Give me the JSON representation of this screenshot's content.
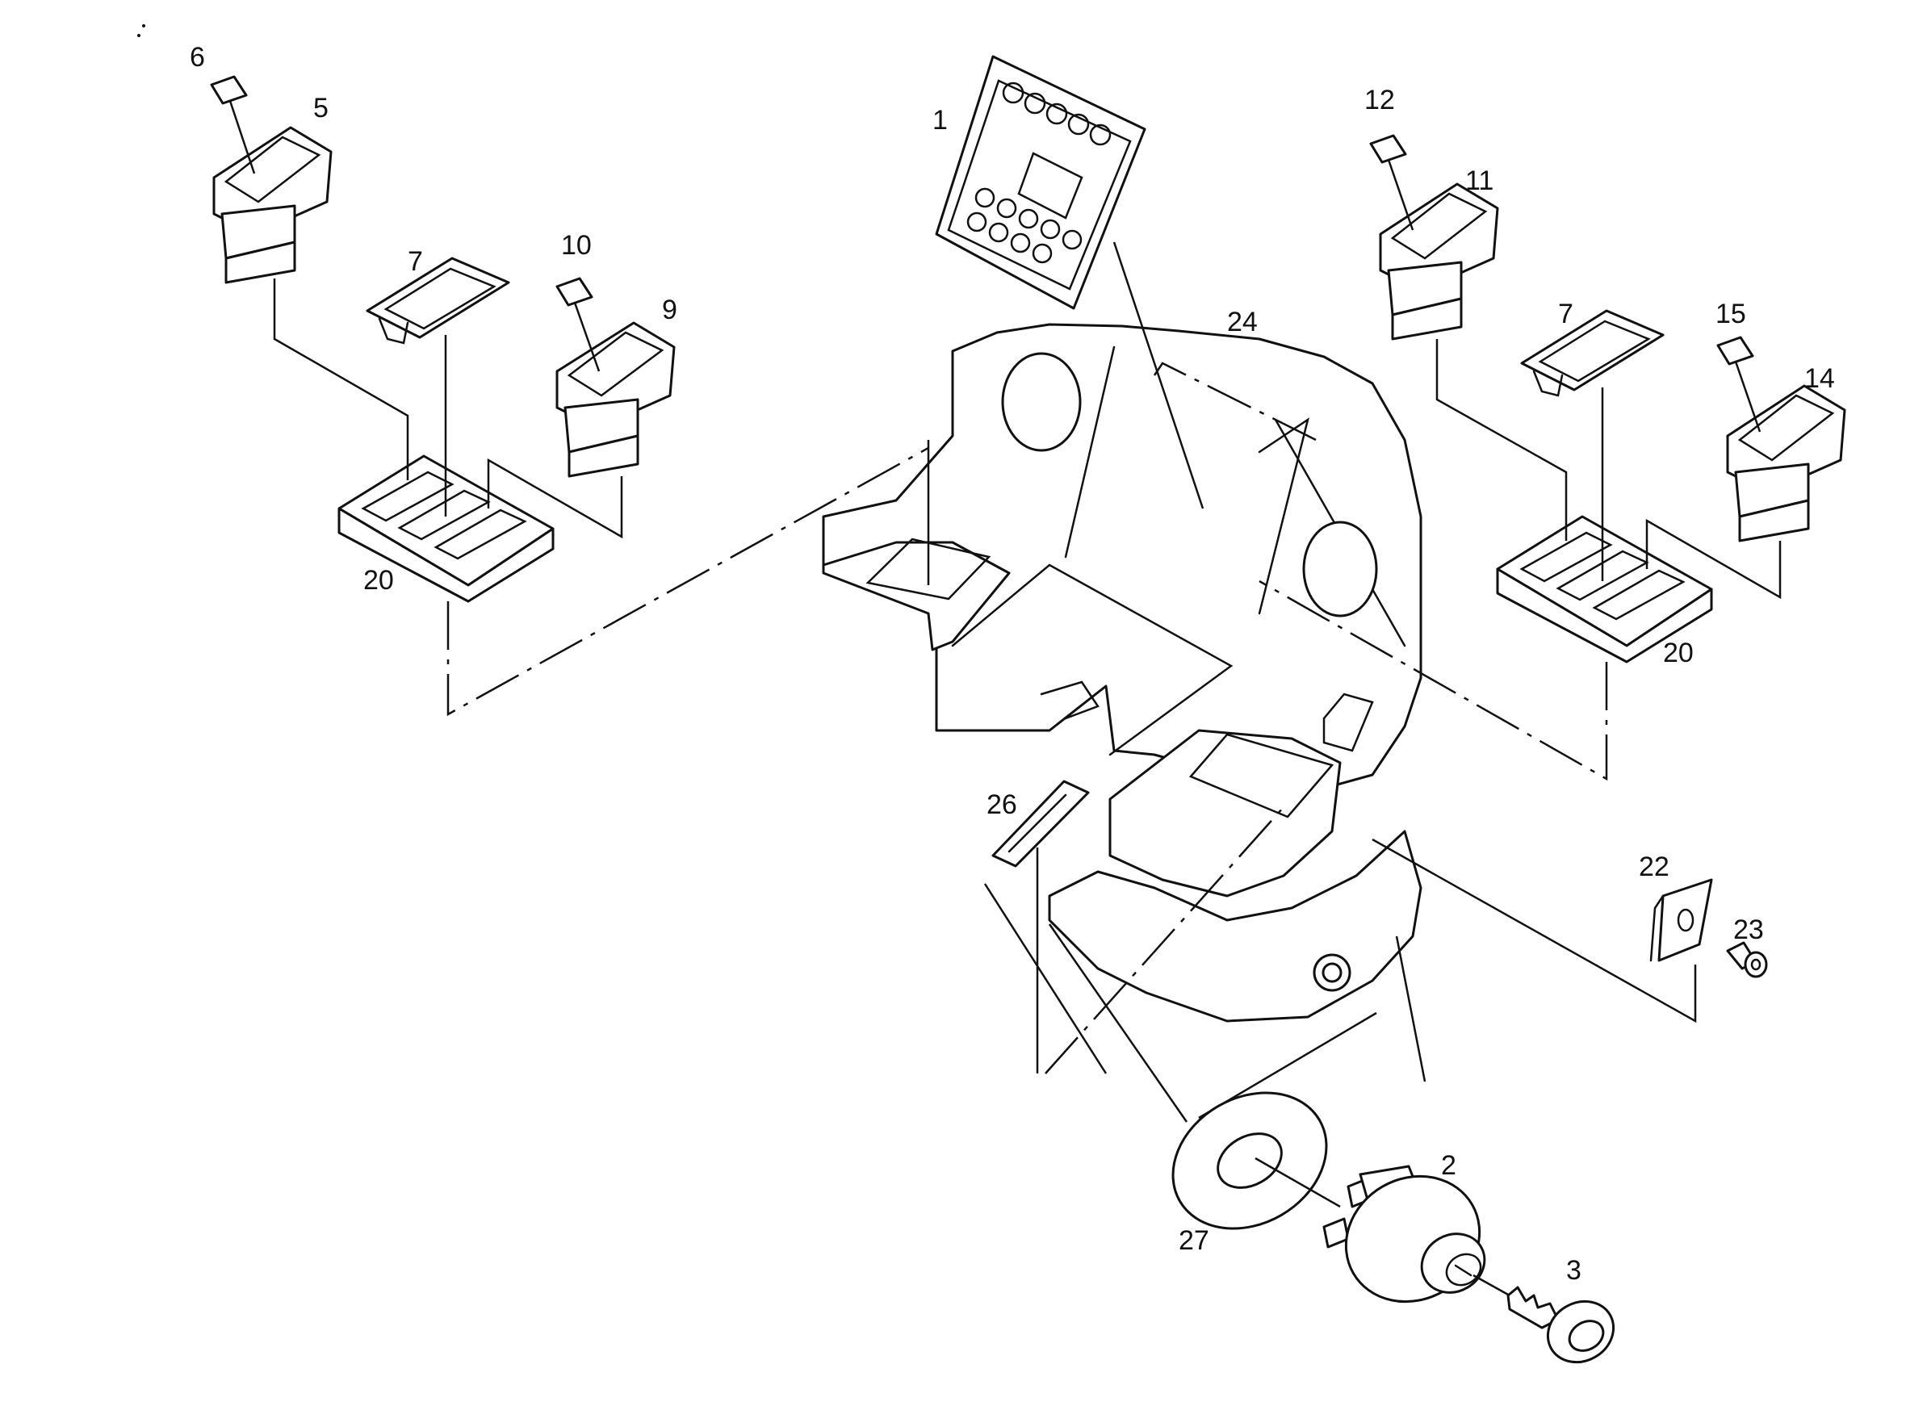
{
  "diagram": {
    "callouts": {
      "c1": "1",
      "c2": "2",
      "c3": "3",
      "c5": "5",
      "c6": "6",
      "c7a": "7",
      "c7b": "7",
      "c9": "9",
      "c10": "10",
      "c11": "11",
      "c12": "12",
      "c14": "14",
      "c15": "15",
      "c20a": "20",
      "c20b": "20",
      "c22": "22",
      "c23": "23",
      "c24": "24",
      "c26": "26",
      "c27": "27"
    }
  }
}
